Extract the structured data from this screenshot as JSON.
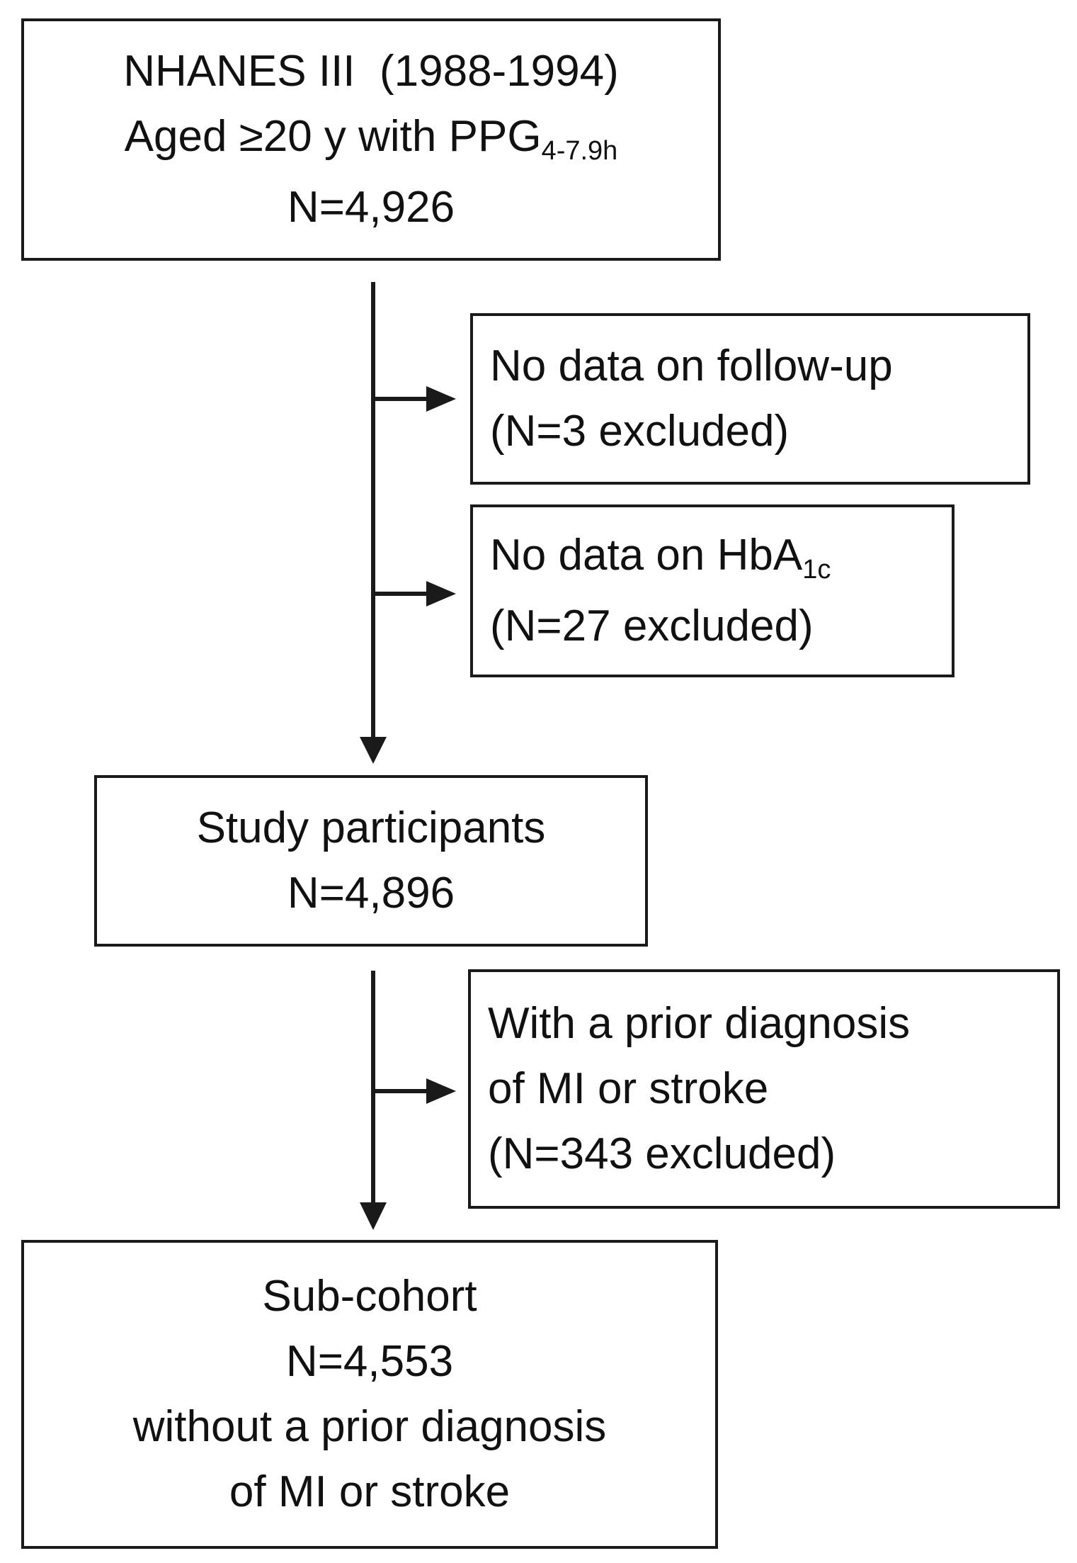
{
  "boxes": {
    "top": {
      "line1": "NHANES III  (1988-1994)",
      "line2_main": "Aged ≥20 y with PPG",
      "line2_sub": "4-7.9h",
      "line3": "N=4,926"
    },
    "followup": {
      "line1": "No data on follow-up",
      "line2": "(N=3 excluded)"
    },
    "hba1c": {
      "line1_main": "No data on HbA",
      "line1_sub": "1c",
      "line2": "(N=27 excluded)"
    },
    "study": {
      "line1": "Study participants",
      "line2": "N=4,896"
    },
    "prior": {
      "line1": "With a prior diagnosis",
      "line2": "of MI or stroke",
      "line3": "(N=343 excluded)"
    },
    "subcohort": {
      "line1": "Sub-cohort",
      "line2": "N=4,553",
      "line3": "without a prior diagnosis",
      "line4": "of MI or stroke"
    }
  },
  "colors": {
    "stroke": "#1a1a1a",
    "background": "#ffffff"
  }
}
